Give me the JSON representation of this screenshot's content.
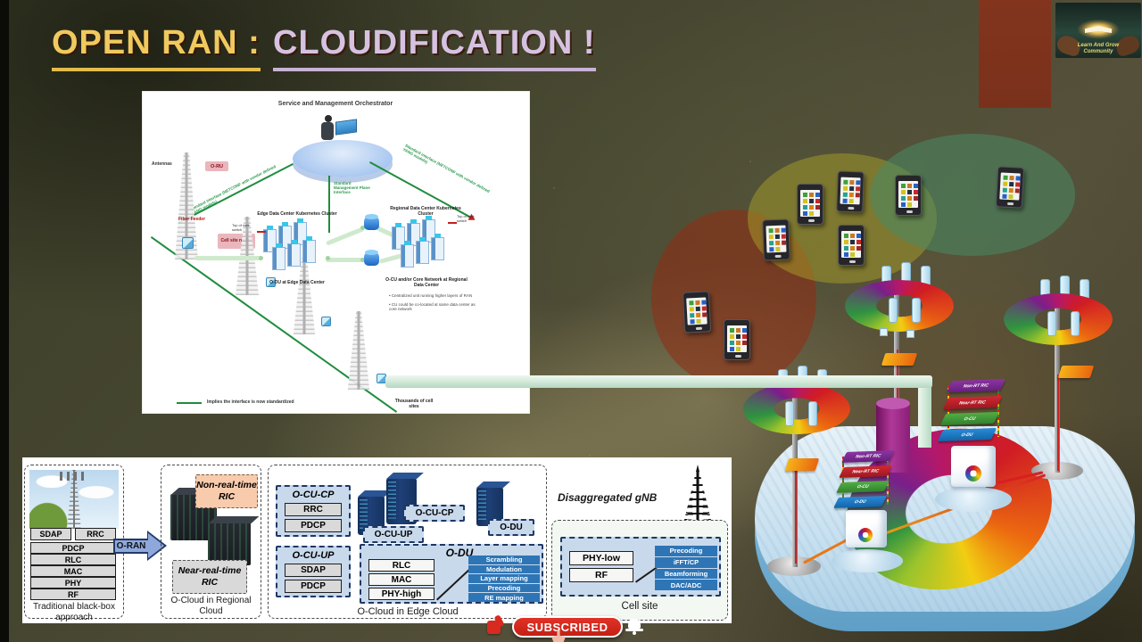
{
  "title": {
    "part1": "OPEN RAN :",
    "part2": "CLOUDIFICATION !"
  },
  "logo": {
    "line1": "Learn And Grow",
    "line2": "Community"
  },
  "smo": {
    "title": "Service and Management Orchestrator",
    "antennas_label": "Antennas",
    "oru_label": "O-RU",
    "fiber_feeder_label": "Fiber Feeder",
    "cell_site_router_label": "Cell site router",
    "edge_dc_label": "Edge Data Center Kubernetes Cluster",
    "regional_dc_label": "Regional Data Center Kubernetes Cluster",
    "top_of_rack_left": "Top of rack switch",
    "top_of_rack_right": "Top of rack switch",
    "edge_caption": "O-DU at Edge Data Center",
    "regional_caption": "O-CU and/or Core Network at Regional Data Center",
    "regional_note1": "Centralized unit running higher layers of RAN",
    "regional_note2": "CU could be co-located at same data center as core network",
    "iface_left": "Standard interface (NETCONF with vendor defined YANG models)",
    "iface_mid": "Standard Management Plane Interface",
    "iface_right": "Standard interface (NETCONF with vendor defined YANG models)",
    "cell_sites_label": "Thousands of cell sites",
    "legend": "Implies the interface is now standardized"
  },
  "oran_flow": {
    "box1_caption": "Traditional black-box approach",
    "stack_top": [
      "SDAP",
      "RRC"
    ],
    "stack_rest": [
      "PDCP",
      "RLC",
      "MAC",
      "PHY",
      "RF"
    ],
    "arrow_label": "O-RAN",
    "non_rt_ric": "Non-real-time RIC",
    "near_rt_ric": "Near-real-time RIC",
    "box2_caption": "O-Cloud in Regional Cloud",
    "ocucp_title": "O-CU-CP",
    "ocucp_layers": [
      "RRC",
      "PDCP"
    ],
    "ocuup_title": "O-CU-UP",
    "ocuup_layers": [
      "SDAP",
      "PDCP"
    ],
    "badge_ocuup": "O-CU-UP",
    "badge_ocucp": "O-CU-CP",
    "badge_odu": "O-DU",
    "odu_title": "O-DU",
    "odu_layers": [
      "RLC",
      "MAC",
      "PHY-high"
    ],
    "odu_functions": [
      "Scrambling",
      "Modulation",
      "Layer mapping",
      "Precoding",
      "RE mapping"
    ],
    "box3_caption": "O-Cloud in Edge Cloud",
    "gnb_label": "Disaggregated gNB",
    "cell_layers": [
      "PHY-low",
      "RF"
    ],
    "cell_functions": [
      "Precoding",
      "iFFT/CP",
      "Beamforming",
      "DAC/ADC"
    ],
    "box4_caption": "Cell site"
  },
  "cloud_scene": {
    "stack_layers": [
      "Non-RT RIC",
      "Near-RT RIC",
      "O-CU",
      "O-DU"
    ]
  },
  "subscribe": {
    "label": "SUBSCRIBED"
  },
  "colors": {
    "accent_gold": "#F0C95F",
    "accent_lavender": "#D6C2E0",
    "pill_red": "#D92A20",
    "mint_pipe": "#CDE4D6",
    "panel_blue": "#C9D9EC",
    "func_blue": "#2E75B6"
  }
}
